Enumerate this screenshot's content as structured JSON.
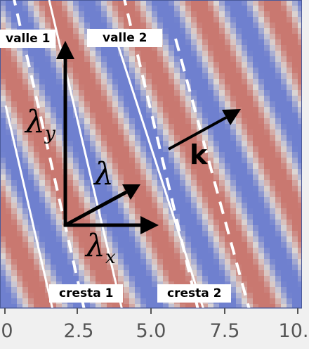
{
  "labels": {
    "valle1": "valle 1",
    "valle2": "valle 2",
    "cresta1": "cresta 1",
    "cresta2": "cresta 2",
    "k": "k",
    "lambda": "λ",
    "lambda_y_sym": "λ",
    "lambda_y_sub": "y",
    "lambda_x_sym": "λ",
    "lambda_x_sub": "x"
  },
  "x_axis": {
    "ticks": [
      "0",
      "2.5",
      "5.0",
      "7.5",
      "10."
    ]
  },
  "colors": {
    "red": "#c97870",
    "blue": "#6f80cf",
    "light": "#dcd6d4",
    "border": "#4a5a9a",
    "white_line": "#ffffff"
  }
}
